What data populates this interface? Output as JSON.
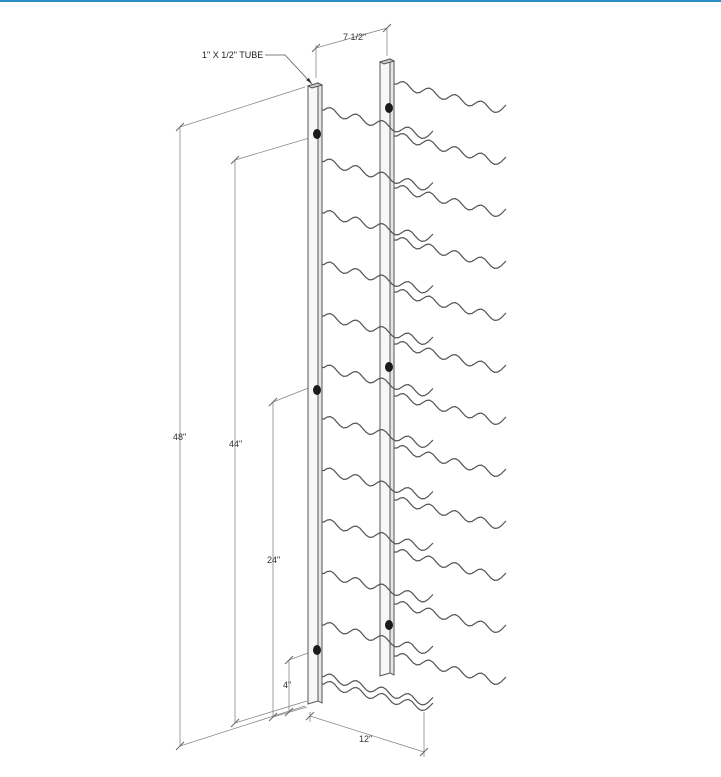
{
  "colors": {
    "top_rule": "#2a8fc4",
    "line": "#555555",
    "dim_line": "#888888",
    "tube_fill": "#f7f7f7",
    "hole": "#1a1a1a"
  },
  "callout": {
    "tube_label": "1\" X 1/2\" TUBE"
  },
  "dimensions": {
    "overall_height": "48\"",
    "upper_hole": "44\"",
    "middle_hole": "24\"",
    "lower_hole": "4\"",
    "depth": "12\"",
    "tube_spacing": "7 1/2\""
  },
  "diagram": {
    "rack_rows": 12,
    "holes_per_tube": 3
  }
}
